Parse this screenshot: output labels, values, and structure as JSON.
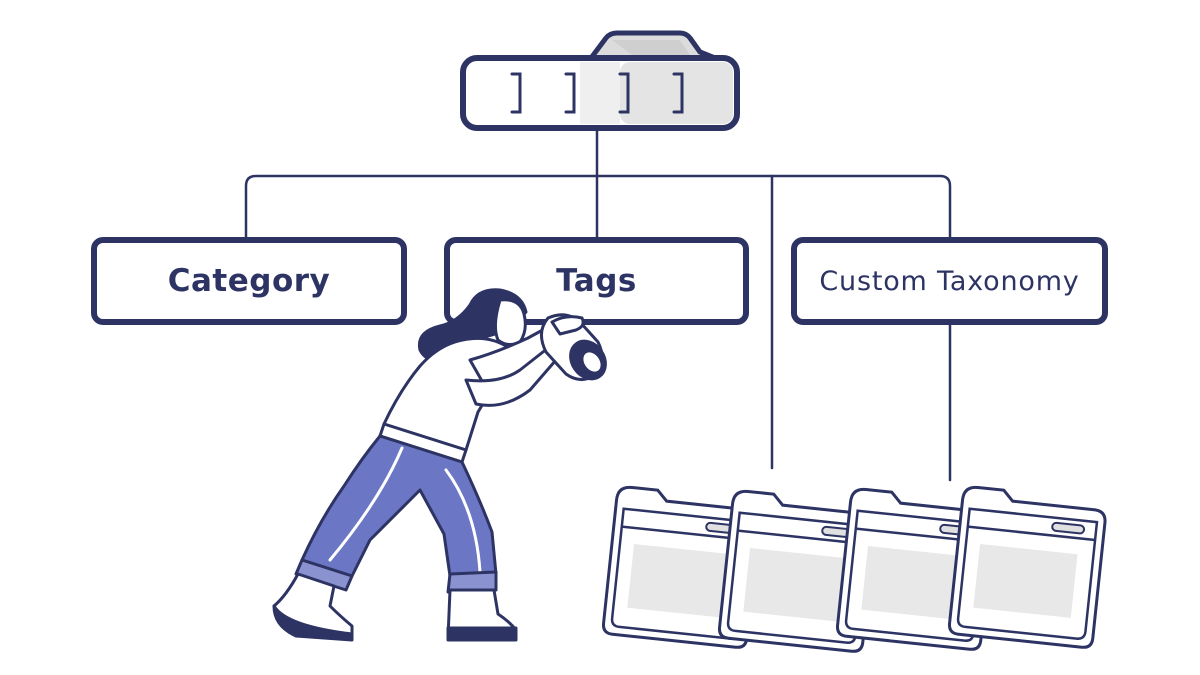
{
  "colors": {
    "ink": "#2d3464",
    "denim": "#6b77c4",
    "denim_dark": "#4e5aa8",
    "paper_gray": "#e8e8e8",
    "paper_fill": "#ffffff"
  },
  "diagram": {
    "root": {
      "icon": "folder-icon",
      "glyphs": "] ] ] ]"
    },
    "nodes": [
      {
        "label": "Category"
      },
      {
        "label": "Tags"
      },
      {
        "label": "Custom Taxonomy"
      }
    ],
    "children": {
      "icon": "folder-card-icon",
      "count": 4
    }
  },
  "illustration": {
    "figure": "photographer-icon",
    "device": "camera-icon"
  }
}
